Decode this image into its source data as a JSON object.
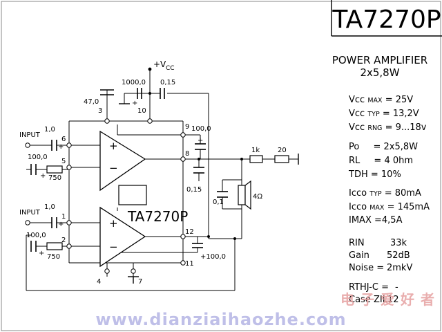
{
  "title": "TA7270P",
  "device_label": "TA7270P",
  "heading": {
    "line1": "POWER AMPLIFIER",
    "line2": "2x5,8W"
  },
  "specs": {
    "vcc": [
      {
        "sym": "Vcc",
        "cond": "MAX",
        "val": "= 25V"
      },
      {
        "sym": "Vcc",
        "cond": "TYP",
        "val": "= 13,2V"
      },
      {
        "sym": "Vcc",
        "cond": "RNG",
        "val": "= 9...18v"
      }
    ],
    "po": {
      "sym": "Po",
      "val": "= 2x5,8W"
    },
    "rl": {
      "sym": "RL",
      "val": "= 4 0hm"
    },
    "tdh": {
      "sym": "TDH",
      "val": "= 10%"
    },
    "icco_typ": {
      "sym": "Icco",
      "cond": "TYP",
      "val": "= 80mA"
    },
    "icco_max": {
      "sym": "Icco",
      "cond": "MAX",
      "val": "= 145mA"
    },
    "imax": {
      "sym": "IMAX",
      "val": "=4,5A"
    },
    "rin": {
      "sym": "RIN",
      "val": "33k"
    },
    "gain": {
      "sym": "Gain",
      "val": "52dB"
    },
    "noise": {
      "sym": "Noise =",
      "val": "2mkV"
    },
    "rthj": {
      "sym": "RTHJ-C =",
      "val": "-"
    },
    "case": {
      "sym": "Case",
      "val": "ZIL12"
    }
  },
  "schematic": {
    "vcc": {
      "label": "+V",
      "sub": "CC"
    },
    "inputs": [
      "INPUT",
      "INPUT"
    ],
    "pins": [
      "1",
      "2",
      "3",
      "4",
      "5",
      "6",
      "7",
      "8",
      "9",
      "10",
      "11",
      "12"
    ],
    "components": {
      "c_pin3": "47,0",
      "c_pin10": "1000,0",
      "c_015_top": "0,15",
      "c_in1": "1,0",
      "c_fb1": "100,0",
      "r_fb1": "750",
      "c_in2": "1,0",
      "c_fb2": "100,0",
      "r_fb2": "750",
      "c_boot1": "100,0",
      "c_015_mid": "0,15",
      "c_boot2": "+100,0",
      "c_01_out": "0,1",
      "r_1k": "1k",
      "r_20": "20",
      "speaker_ohm": "4Ω"
    },
    "plus": "+",
    "minus": "−"
  },
  "watermark": {
    "cn": [
      "电",
      "子",
      "爱",
      "好",
      "者"
    ],
    "url": "www.dianziaihaozhe.com"
  }
}
